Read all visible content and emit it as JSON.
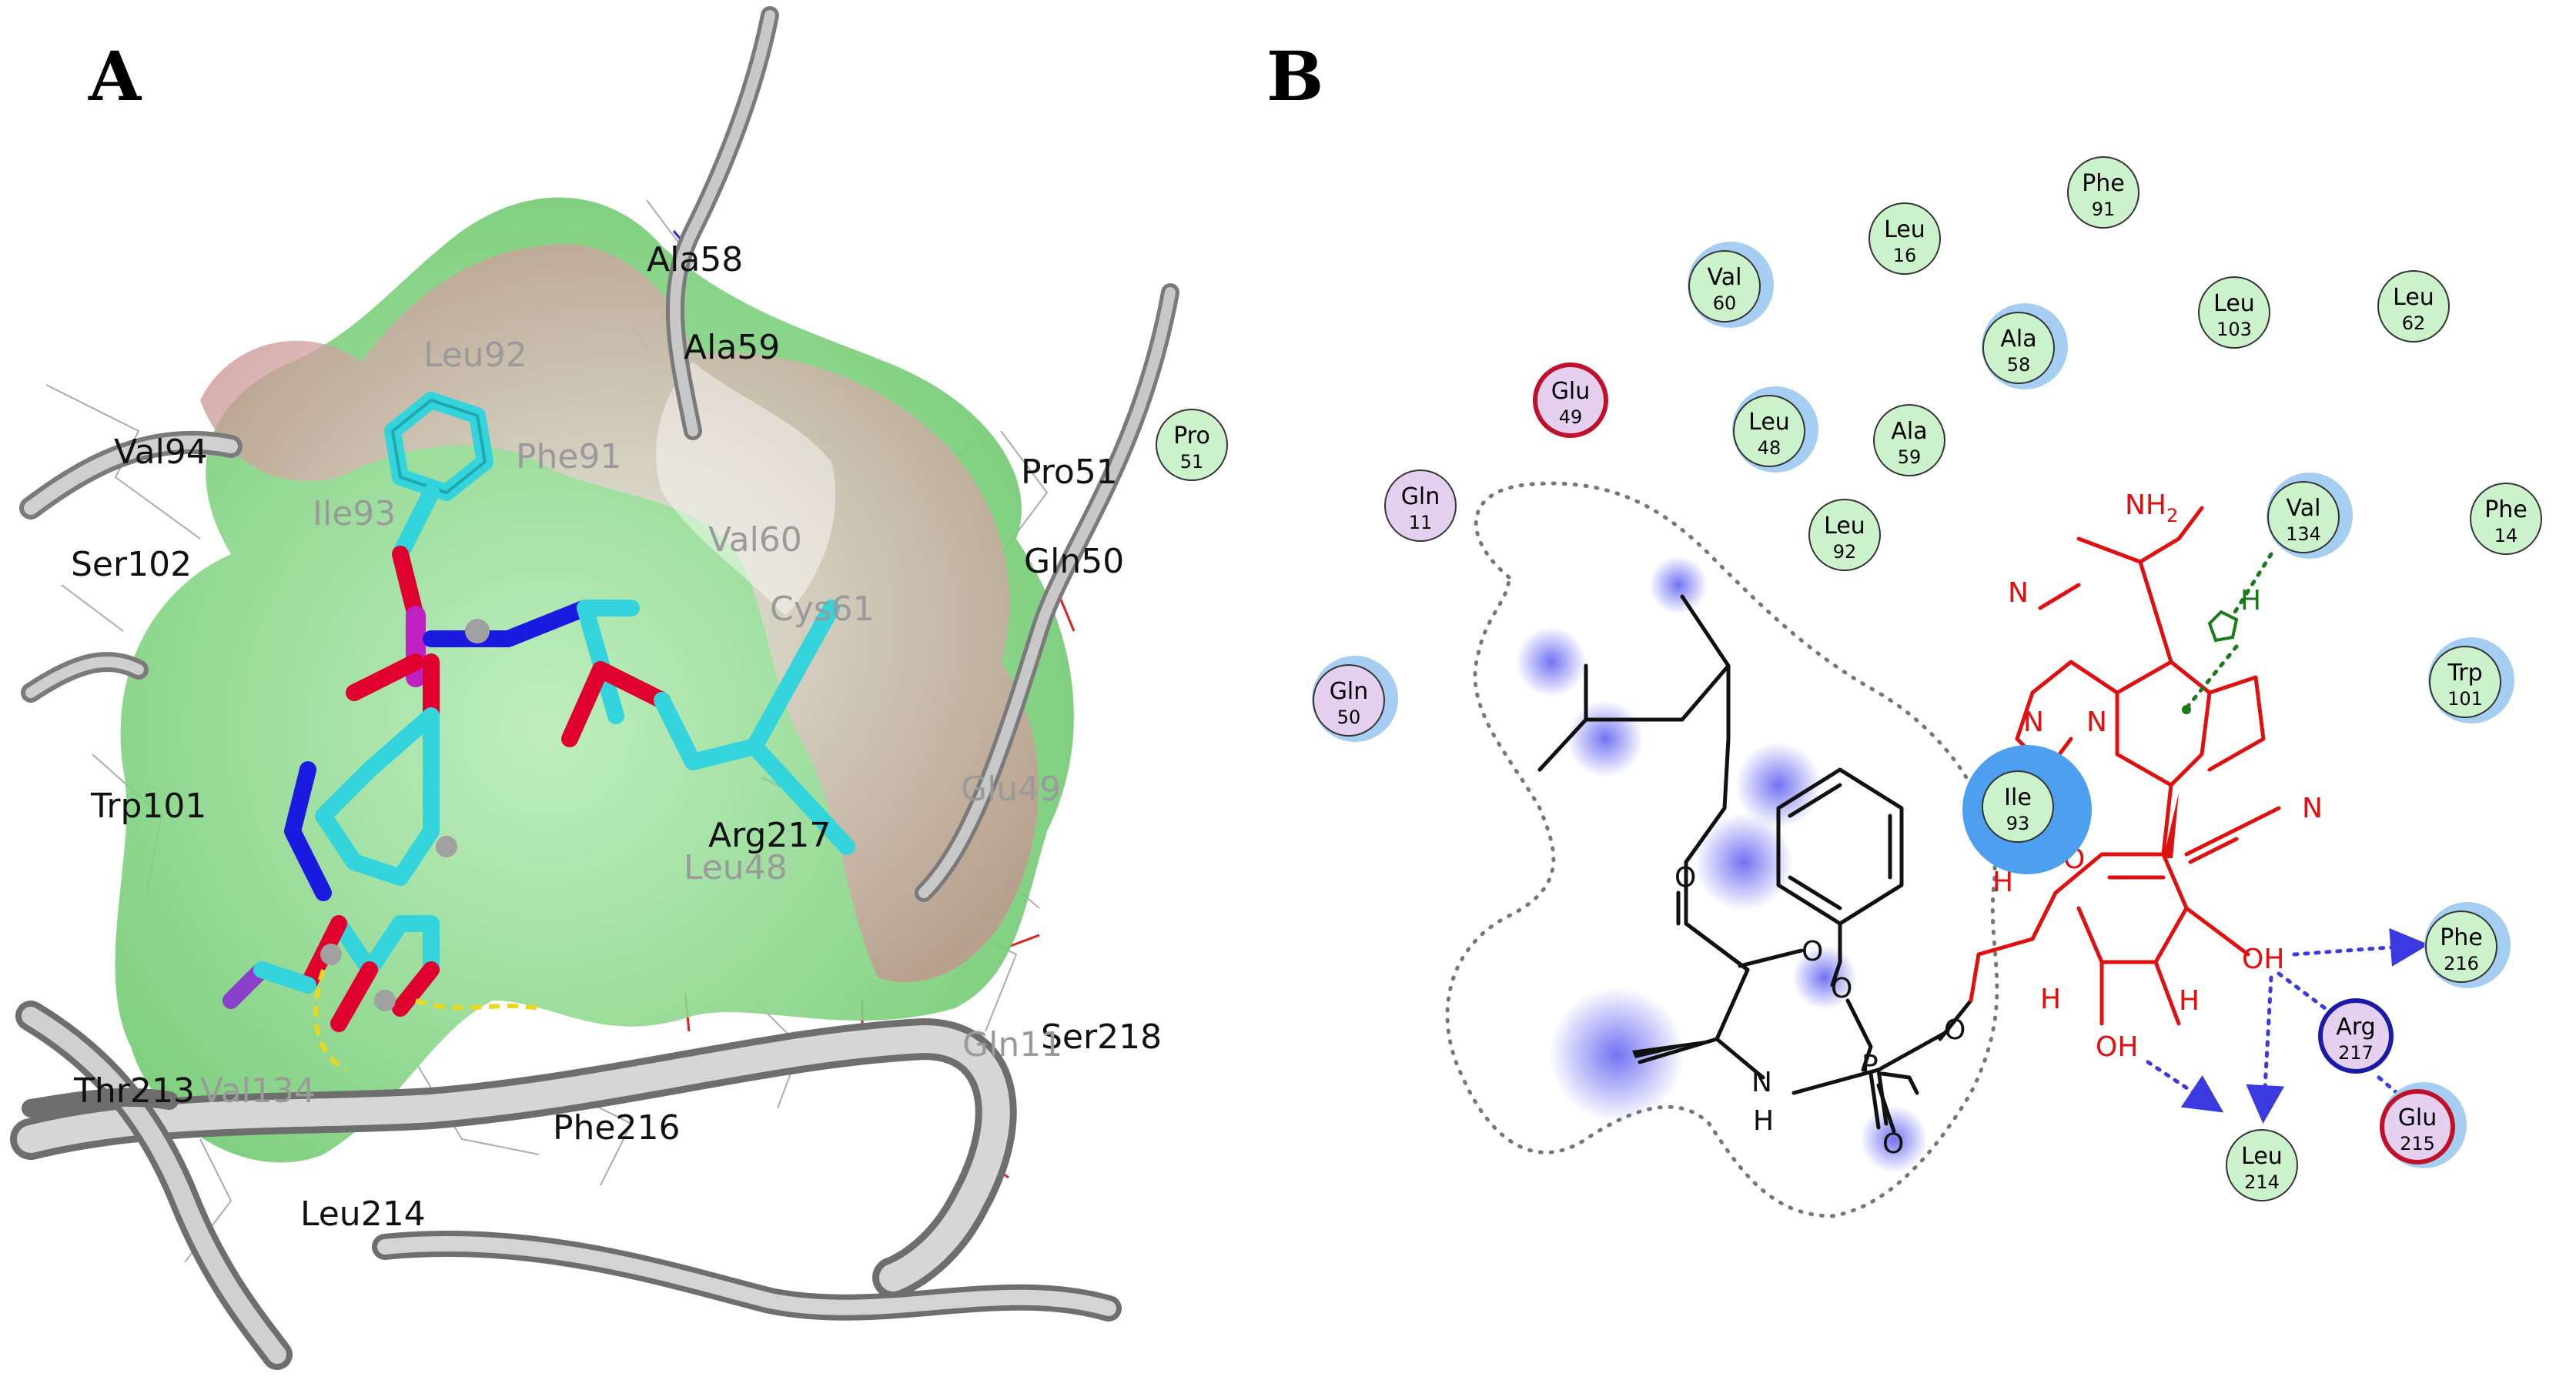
{
  "panels": {
    "a_label": "A",
    "b_label": "B"
  },
  "panel_a": {
    "residue_labels_dark": [
      "Ala58",
      "Ala59",
      "Val94",
      "Ser102",
      "Gln50",
      "Pro51",
      "Trp101",
      "Arg217",
      "Thr213",
      "Phe216",
      "Leu214",
      "Ser218"
    ],
    "residue_labels_faded": [
      "Leu92",
      "Phe91",
      "Ile93",
      "Val60",
      "Cys61",
      "Glu49",
      "Leu48",
      "Val134",
      "Gln11"
    ]
  },
  "panel_b": {
    "residues": [
      {
        "name": "Phe",
        "num": "91",
        "kind": "hydrophobic"
      },
      {
        "name": "Leu",
        "num": "16",
        "kind": "hydrophobic"
      },
      {
        "name": "Val",
        "num": "60",
        "kind": "hydrophobic"
      },
      {
        "name": "Leu",
        "num": "103",
        "kind": "hydrophobic"
      },
      {
        "name": "Leu",
        "num": "62",
        "kind": "hydrophobic"
      },
      {
        "name": "Ala",
        "num": "58",
        "kind": "hydrophobic"
      },
      {
        "name": "Glu",
        "num": "49",
        "kind": "acidic"
      },
      {
        "name": "Leu",
        "num": "48",
        "kind": "hydrophobic"
      },
      {
        "name": "Ala",
        "num": "59",
        "kind": "hydrophobic"
      },
      {
        "name": "Pro",
        "num": "51",
        "kind": "hydrophobic"
      },
      {
        "name": "Gln",
        "num": "11",
        "kind": "polar"
      },
      {
        "name": "Leu",
        "num": "92",
        "kind": "hydrophobic"
      },
      {
        "name": "Val",
        "num": "134",
        "kind": "hydrophobic"
      },
      {
        "name": "Phe",
        "num": "14",
        "kind": "hydrophobic"
      },
      {
        "name": "Gln",
        "num": "50",
        "kind": "polar"
      },
      {
        "name": "Trp",
        "num": "101",
        "kind": "hydrophobic"
      },
      {
        "name": "Ile",
        "num": "93",
        "kind": "hydrophobic"
      },
      {
        "name": "Phe",
        "num": "216",
        "kind": "hydrophobic"
      },
      {
        "name": "Arg",
        "num": "217",
        "kind": "basic"
      },
      {
        "name": "Glu",
        "num": "215",
        "kind": "acidic"
      },
      {
        "name": "Leu",
        "num": "214",
        "kind": "hydrophobic"
      }
    ],
    "atom_labels": {
      "nh2": "NH",
      "nh2_sub": "2",
      "n": "N",
      "o": "O",
      "oh": "OH",
      "h": "H",
      "p": "P",
      "nh": "N"
    },
    "colors": {
      "hydrophobic": "#ccf2cc",
      "polar": "#e6d0f0",
      "acidic_ring": "#c0112a",
      "basic_ring": "#1a1aa8",
      "ligand_core": "#e01010",
      "hbond": "#3a3ae0",
      "pi_h": "#1a7a1a",
      "surface_green": "#7ad07a",
      "surface_pink": "#d8a8a8",
      "stick_cyan": "#34d4dc"
    }
  }
}
